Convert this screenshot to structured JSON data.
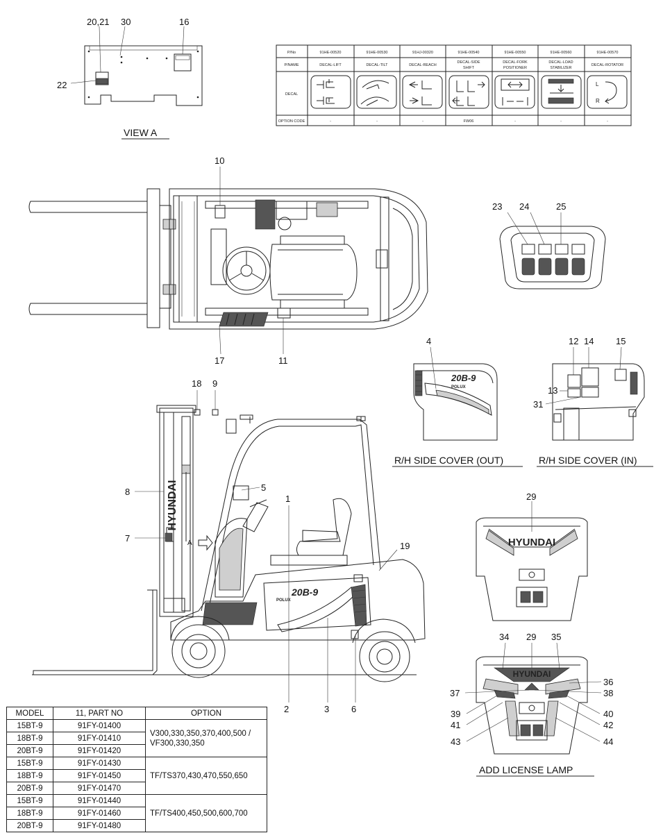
{
  "view_a": {
    "caption": "VIEW A",
    "callouts": {
      "c20_21": "20,21",
      "c30": "30",
      "c16": "16",
      "c22": "22"
    }
  },
  "decal_table": {
    "row_labels": {
      "pno": "P/No",
      "pname": "P/NAME",
      "decal": "DECAL",
      "option": "OPTION CODE"
    },
    "columns": [
      {
        "pno": "91HE-00520",
        "name1": "DECAL-LIFT",
        "name2": "",
        "option": "-"
      },
      {
        "pno": "91HE-00530",
        "name1": "DECAL-TILT",
        "name2": "",
        "option": "-"
      },
      {
        "pno": "91HJ-00320",
        "name1": "DECAL-REACH",
        "name2": "",
        "option": "-"
      },
      {
        "pno": "91HE-00540",
        "name1": "DECAL-SIDE",
        "name2": "SHIFT",
        "option": "FW06"
      },
      {
        "pno": "91HE-00550",
        "name1": "DECAL-FORK",
        "name2": "POSITIONER",
        "option": "-"
      },
      {
        "pno": "91HE-00560",
        "name1": "DECAL-LOAD",
        "name2": "STABILIZER",
        "option": "-"
      },
      {
        "pno": "91HE-00570",
        "name1": "DECAL-ROTATOR",
        "name2": "",
        "option": "-"
      }
    ]
  },
  "top_view": {
    "callouts": {
      "c10": "10",
      "c17": "17",
      "c11": "11"
    }
  },
  "switch_panel": {
    "callouts": {
      "c23": "23",
      "c24": "24",
      "c25": "25"
    }
  },
  "side_cover_out": {
    "caption": "R/H SIDE COVER (OUT)",
    "callouts": {
      "c4": "4"
    },
    "model_text": "20B-9",
    "badge_text": "POLUX"
  },
  "side_cover_in": {
    "caption": "R/H SIDE COVER (IN)",
    "callouts": {
      "c12": "12",
      "c14": "14",
      "c15": "15",
      "c13": "13",
      "c31": "31"
    }
  },
  "side_view": {
    "callouts": {
      "c18": "18",
      "c9": "9",
      "c8": "8",
      "c5": "5",
      "c1": "1",
      "c7": "7",
      "c19": "19",
      "c2": "2",
      "c3": "3",
      "c6": "6"
    },
    "mast_brand": "HYUNDAI",
    "view_marker": "A",
    "model_text": "20B-9",
    "badge_text": "POLUX"
  },
  "counterweight": {
    "callouts": {
      "c29": "29"
    },
    "brand": "HYUNDAI"
  },
  "license_lamp": {
    "caption": "ADD LICENSE LAMP",
    "brand": "HYUNDAI",
    "callouts": {
      "c34": "34",
      "c29": "29",
      "c35": "35",
      "c36": "36",
      "c37": "37",
      "c38": "38",
      "c39": "39",
      "c40": "40",
      "c41": "41",
      "c42": "42",
      "c43": "43",
      "c44": "44"
    }
  },
  "model_table": {
    "headers": {
      "model": "MODEL",
      "part": "11, PART NO",
      "option": "OPTION"
    },
    "groups": [
      {
        "option": "V300,330,350,370,400,500 / VF300,330,350",
        "rows": [
          {
            "model": "15BT-9",
            "part": "91FY-01400"
          },
          {
            "model": "18BT-9",
            "part": "91FY-01410"
          },
          {
            "model": "20BT-9",
            "part": "91FY-01420"
          }
        ]
      },
      {
        "option": "TF/TS370,430,470,550,650",
        "rows": [
          {
            "model": "15BT-9",
            "part": "91FY-01430"
          },
          {
            "model": "18BT-9",
            "part": "91FY-01450"
          },
          {
            "model": "20BT-9",
            "part": "91FY-01470"
          }
        ]
      },
      {
        "option": "TF/TS400,450,500,600,700",
        "rows": [
          {
            "model": "15BT-9",
            "part": "91FY-01440"
          },
          {
            "model": "18BT-9",
            "part": "91FY-01460"
          },
          {
            "model": "20BT-9",
            "part": "91FY-01480"
          }
        ]
      }
    ]
  }
}
